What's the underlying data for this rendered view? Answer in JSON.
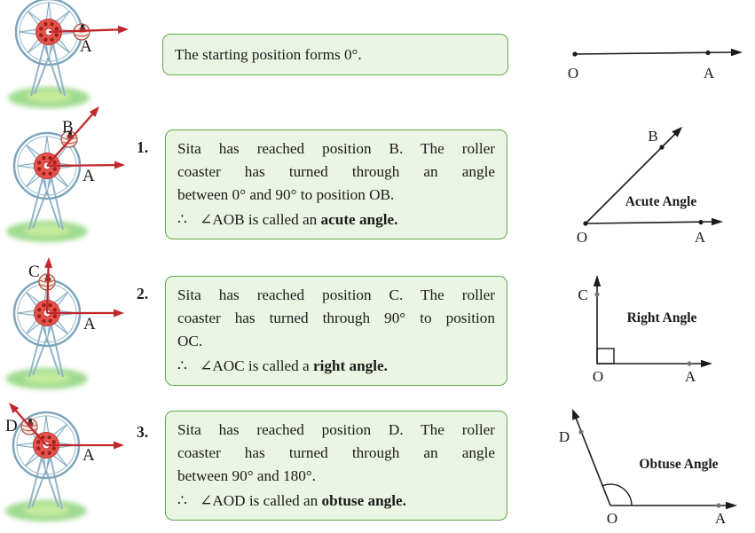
{
  "colors": {
    "box_fill": "#ebf5e3",
    "box_border": "#61aa46",
    "arrow_red": "#c1272d",
    "text": "#1b1b1b",
    "wheel_blue": "#7da6bd",
    "hub_red": "#e4544b",
    "grass_green": "#8ed47c",
    "gray_dot": "#777777"
  },
  "rows": [
    {
      "number": "",
      "box": {
        "lines": [
          "The starting position forms 0°."
        ]
      },
      "wheel": {
        "label_a": "A",
        "label_second": ""
      },
      "diagram": {
        "caption": "",
        "label_o": "O",
        "label_a": "A",
        "label_second": ""
      }
    },
    {
      "number": "1.",
      "box": {
        "lines": [
          "Sita has reached position B. The roller",
          "coaster has turned through an angle",
          "between 0° and 90° to position OB."
        ],
        "therefore": "∴",
        "conclusion": "∠AOB is called an",
        "conclusion_bold": "acute angle."
      },
      "wheel": {
        "label_a": "A",
        "label_second": "B"
      },
      "diagram": {
        "caption": "Acute Angle",
        "label_o": "O",
        "label_a": "A",
        "label_second": "B"
      }
    },
    {
      "number": "2.",
      "box": {
        "lines": [
          "Sita has reached position C. The roller",
          "coaster has turned through 90° to position",
          "OC."
        ],
        "therefore": "∴",
        "conclusion": "∠AOC is called a",
        "conclusion_bold": "right angle."
      },
      "wheel": {
        "label_a": "A",
        "label_second": "C"
      },
      "diagram": {
        "caption": "Right Angle",
        "label_o": "O",
        "label_a": "A",
        "label_second": "C"
      }
    },
    {
      "number": "3.",
      "box": {
        "lines": [
          "Sita has reached position D. The roller",
          "coaster has turned through an angle",
          "between 90° and 180°."
        ],
        "therefore": "∴",
        "conclusion": "∠AOD is called an",
        "conclusion_bold": "obtuse angle."
      },
      "wheel": {
        "label_a": "A",
        "label_second": "D"
      },
      "diagram": {
        "caption": "Obtuse Angle",
        "label_o": "O",
        "label_a": "A",
        "label_second": "D"
      }
    }
  ]
}
